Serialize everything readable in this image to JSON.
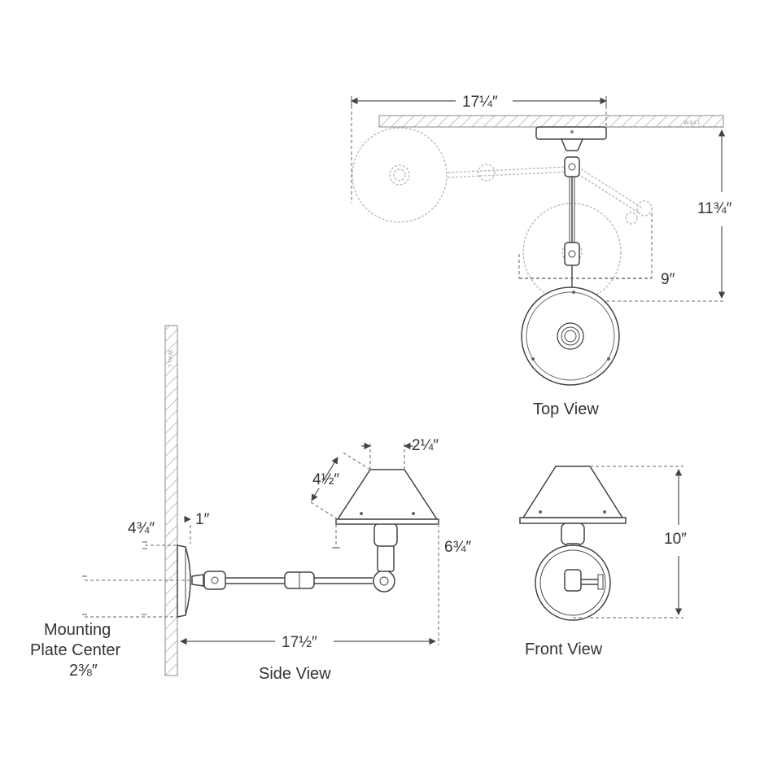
{
  "views": {
    "top": {
      "caption": "Top View",
      "wall_label": "WALL",
      "dims": {
        "width": "17¼″",
        "projection": "11¾″",
        "offset": "9″"
      }
    },
    "side": {
      "caption": "Side View",
      "wall_label": "WALL",
      "dims": {
        "shade_top": "2¼″",
        "shade_slant": "4½″",
        "plate_height": "4¾″",
        "plate_depth": "1″",
        "shade_to_arm": "6¾″",
        "extension": "17½″",
        "mount_line1": "Mounting",
        "mount_line2": "Plate Center",
        "mount_value": "2⅜″"
      }
    },
    "front": {
      "caption": "Front View",
      "dims": {
        "height": "10″"
      }
    }
  }
}
